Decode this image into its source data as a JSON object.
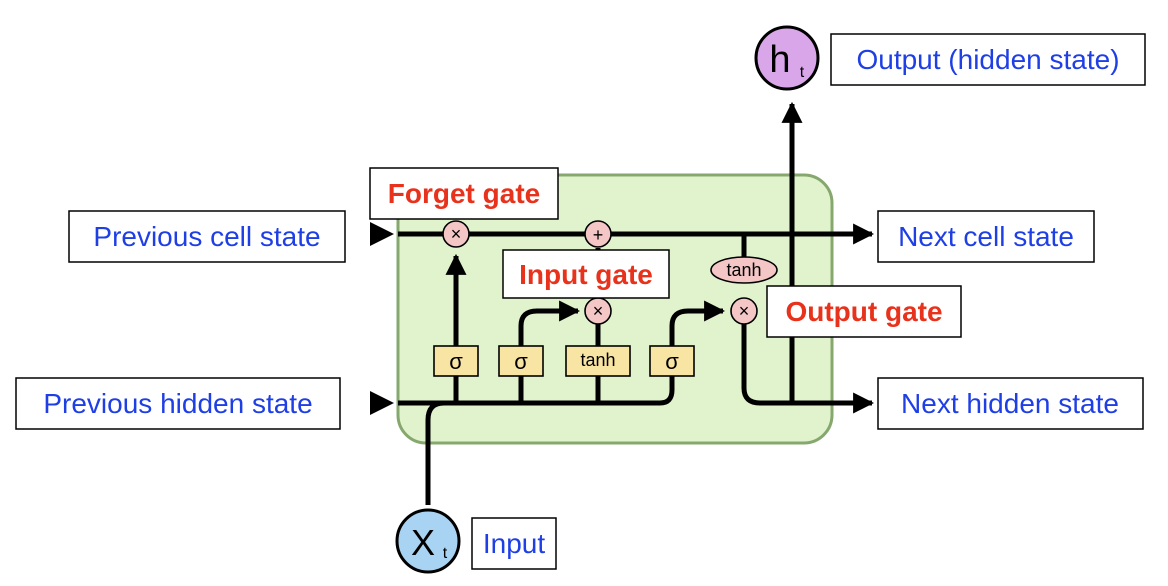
{
  "cell_state": {
    "previous_label": "Previous cell state",
    "next_label": "Next cell state",
    "forget_op": "×",
    "add_op": "+"
  },
  "hidden_state": {
    "previous_label": "Previous hidden state",
    "next_label": "Next hidden state"
  },
  "output": {
    "node_symbol": "h",
    "node_subscript": "t",
    "label": "Output (hidden state)"
  },
  "input": {
    "node_symbol": "X",
    "node_subscript": "t",
    "label": "Input"
  },
  "gates": {
    "forget_label": "Forget gate",
    "input_label": "Input gate",
    "output_label": "Output gate",
    "input_op": "×",
    "output_op": "×",
    "output_tanh": "tanh"
  },
  "layers": {
    "sigma_1": "σ",
    "sigma_2": "σ",
    "tanh": "tanh",
    "sigma_3": "σ"
  },
  "colors": {
    "cell_fill": "#e1f3cd",
    "cell_border": "#86a86e",
    "label_text_blue": "#1f3fe6",
    "label_text_red": "#e8321c",
    "layer_fill": "#f9e5a3",
    "op_fill": "#f4c6c6",
    "output_node_fill": "#d9a6ea",
    "input_node_fill": "#a9d3f2"
  }
}
